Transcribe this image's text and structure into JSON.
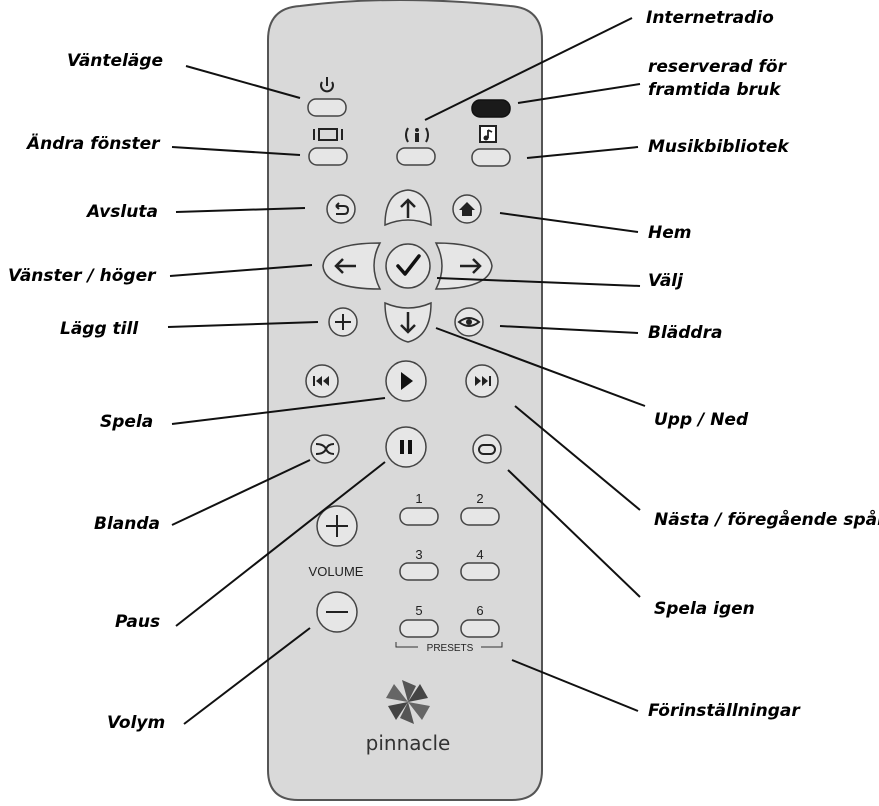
{
  "callouts": {
    "standby": "Vänteläge",
    "change_window": "Ändra fönster",
    "exit": "Avsluta",
    "left_right": "Vänster / höger",
    "add": "Lägg till",
    "play": "Spela",
    "shuffle": "Blanda",
    "pause": "Paus",
    "volume": "Volym",
    "internet_radio": "Internetradio",
    "reserved_line1": "reserverad för",
    "reserved_line2": "framtida bruk",
    "music_library": "Musikbibliotek",
    "home": "Hem",
    "select": "Välj",
    "browse": "Bläddra",
    "up_down": "Upp / Ned",
    "next_prev": "Nästa / föregående spår",
    "repeat": "Spela igen",
    "presets": "Förinställningar"
  },
  "remote": {
    "preset_numbers": [
      "1",
      "2",
      "3",
      "4",
      "5",
      "6"
    ],
    "volume_label": "VOLUME",
    "presets_label": "PRESETS",
    "brand": "pinnacle"
  },
  "colors": {
    "body": "#d9d9d9",
    "outline": "#555555",
    "reserved_button": "#1a1a1a"
  }
}
